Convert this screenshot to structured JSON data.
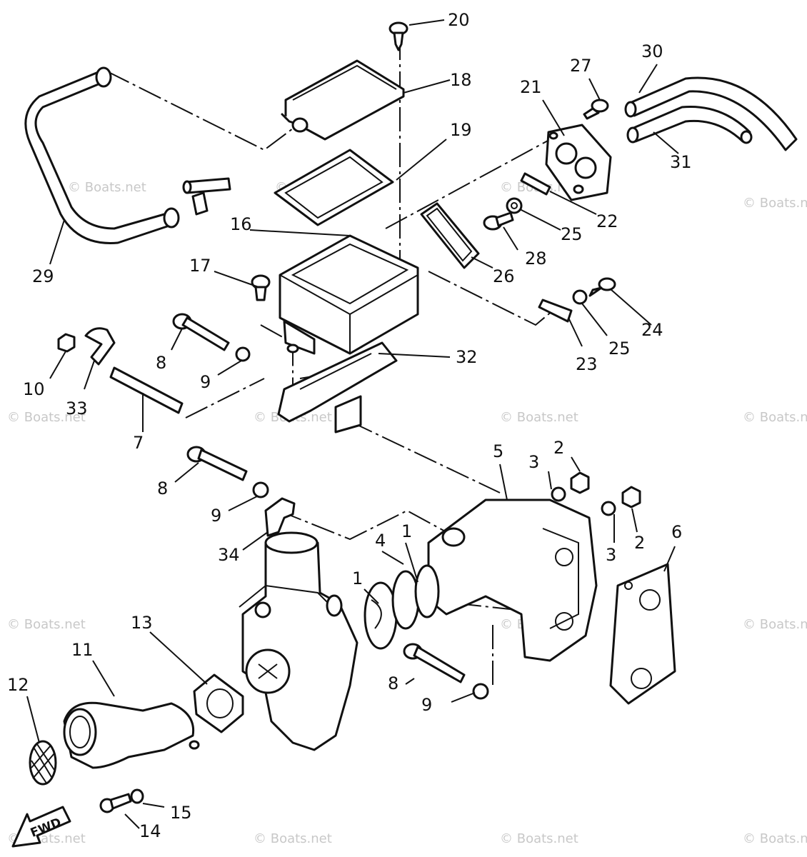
{
  "callouts": {
    "c1a": "1",
    "c1b": "1",
    "c2a": "2",
    "c2b": "2",
    "c3a": "3",
    "c3b": "3",
    "c4": "4",
    "c5": "5",
    "c6": "6",
    "c7": "7",
    "c8a": "8",
    "c8b": "8",
    "c8c": "8",
    "c9a": "9",
    "c9b": "9",
    "c9c": "9",
    "c10": "10",
    "c11": "11",
    "c12": "12",
    "c13": "13",
    "c14": "14",
    "c15": "15",
    "c16": "16",
    "c17": "17",
    "c18": "18",
    "c19": "19",
    "c20": "20",
    "c21": "21",
    "c22": "22",
    "c23": "23",
    "c24": "24",
    "c25a": "25",
    "c25b": "25",
    "c26": "26",
    "c27": "27",
    "c28": "28",
    "c29": "29",
    "c30": "30",
    "c31": "31",
    "c32": "32",
    "c33": "33",
    "c34": "34"
  },
  "fwd_label": "FWD",
  "watermark": "© Boats.net"
}
